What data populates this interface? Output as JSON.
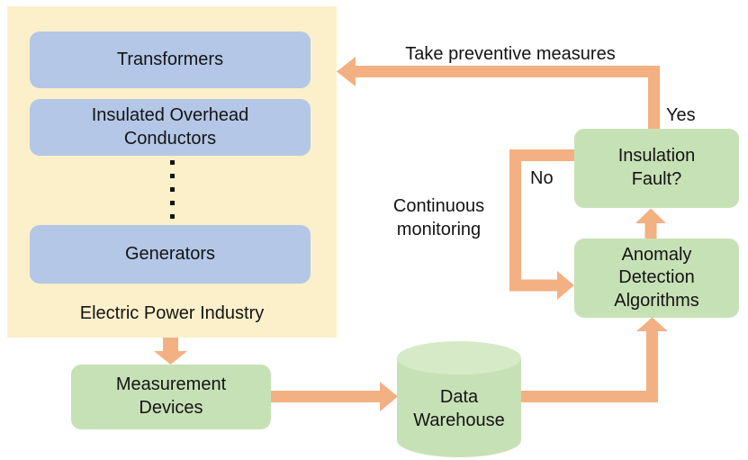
{
  "colors": {
    "container_fill": "#FCF0CA",
    "blue_fill": "#B4C7E7",
    "green_fill": "#C7E1B6",
    "cylinder_top_fill": "#D6EAC8",
    "arrow_color": "#F3B083",
    "text_color": "#141414"
  },
  "industry": {
    "label": "Electric Power Industry",
    "items": [
      {
        "label": "Transformers"
      },
      {
        "label": "Insulated Overhead Conductors"
      },
      {
        "label": "Generators"
      }
    ]
  },
  "nodes": {
    "measurement_devices": "Measurement Devices",
    "data_warehouse": "Data Warehouse",
    "anomaly_detection": "Anomaly Detection Algorithms",
    "insulation_fault": "Insulation Fault?"
  },
  "edge_labels": {
    "take_preventive_measures": "Take preventive measures",
    "yes": "Yes",
    "no": "No",
    "continuous_monitoring": "Continuous monitoring"
  }
}
